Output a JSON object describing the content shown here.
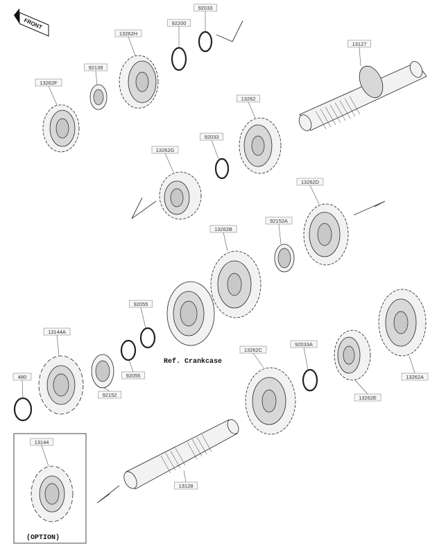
{
  "front_label": "FRONT",
  "ref_label": "Ref. Crankcase",
  "option_label": "(OPTION)",
  "parts": [
    {
      "id": "p92033a",
      "label": "92033"
    },
    {
      "id": "p92200",
      "label": "92200"
    },
    {
      "id": "p13262h",
      "label": "13262H"
    },
    {
      "id": "p92139",
      "label": "92139"
    },
    {
      "id": "p13262f",
      "label": "13262F"
    },
    {
      "id": "p13127",
      "label": "13127"
    },
    {
      "id": "p13262",
      "label": "13262"
    },
    {
      "id": "p92033b",
      "label": "92033"
    },
    {
      "id": "p13262g",
      "label": "13262G"
    },
    {
      "id": "p13262d",
      "label": "13262D"
    },
    {
      "id": "p92152a",
      "label": "92152A"
    },
    {
      "id": "p13262b",
      "label": "13262B"
    },
    {
      "id": "p92055a",
      "label": "92055"
    },
    {
      "id": "p13144a",
      "label": "13144A"
    },
    {
      "id": "p92055b",
      "label": "92055"
    },
    {
      "id": "p92152",
      "label": "92152"
    },
    {
      "id": "p480",
      "label": "480"
    },
    {
      "id": "p13262c",
      "label": "13262C"
    },
    {
      "id": "p92033c",
      "label": "92033A"
    },
    {
      "id": "p13262e",
      "label": "13262E"
    },
    {
      "id": "p13262a",
      "label": "13262A"
    },
    {
      "id": "p13144",
      "label": "13144"
    },
    {
      "id": "p13128",
      "label": "13128"
    }
  ]
}
